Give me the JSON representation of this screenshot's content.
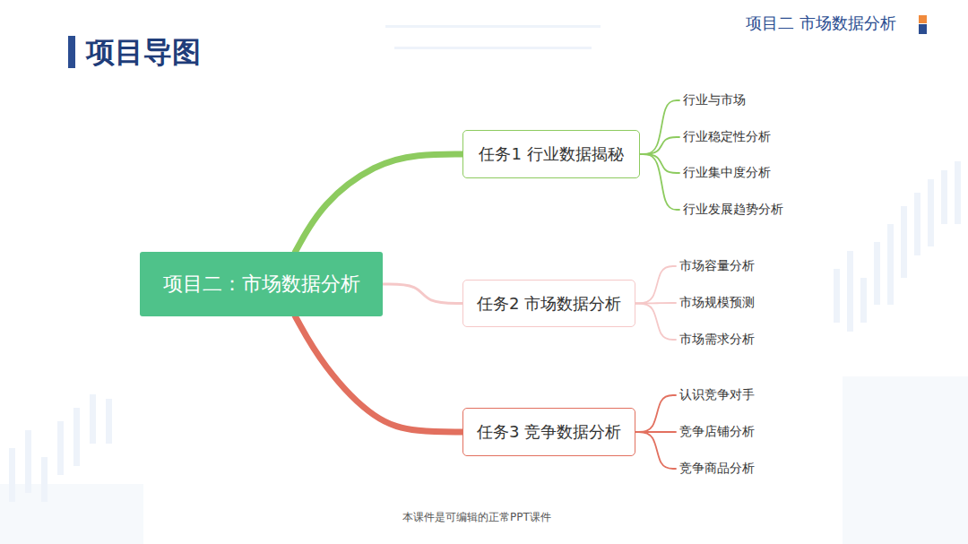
{
  "diagram": {
    "title": "项目导图",
    "nodes": [
      {
        "text": [
          "项目二：市场数据分析"
        ]
      },
      {
        "text": [
          "任务1 行业数据揭秘"
        ]
      },
      {
        "text": [
          "行业与市场"
        ]
      },
      {
        "text": [
          "行业稳定性分析"
        ]
      },
      {
        "text": [
          "行业集中度分析"
        ]
      },
      {
        "text": [
          "行业发展趋势分析"
        ]
      },
      {
        "text": [
          "任务2 市场数据分析"
        ]
      },
      {
        "text": [
          "市场容量分析"
        ]
      },
      {
        "text": [
          "市场规模预测"
        ]
      },
      {
        "text": [
          "市场需求分析"
        ]
      },
      {
        "text": [
          "任务3 竞争数据分析"
        ]
      },
      {
        "text": [
          "认识竞争对手"
        ]
      },
      {
        "text": [
          "竞争店铺分析"
        ]
      },
      {
        "text": [
          "竞争商品分析"
        ]
      }
    ],
    "edges": [
      {
        "from": 0,
        "to": 1,
        "arrow": "none"
      },
      {
        "from": 0,
        "to": 6,
        "arrow": "none"
      },
      {
        "from": 0,
        "to": 10,
        "arrow": "none"
      },
      {
        "from": 1,
        "to": 2,
        "arrow": "none"
      },
      {
        "from": 1,
        "to": 3,
        "arrow": "none"
      },
      {
        "from": 1,
        "to": 4,
        "arrow": "none"
      },
      {
        "from": 1,
        "to": 5,
        "arrow": "none"
      },
      {
        "from": 6,
        "to": 7,
        "arrow": "none"
      },
      {
        "from": 6,
        "to": 8,
        "arrow": "none"
      },
      {
        "from": 6,
        "to": 9,
        "arrow": "none"
      },
      {
        "from": 10,
        "to": 11,
        "arrow": "none"
      },
      {
        "from": 10,
        "to": 12,
        "arrow": "none"
      },
      {
        "from": 10,
        "to": 13,
        "arrow": "none"
      }
    ],
    "labels": [
      "项目二 市场数据分析",
      "本课件是可编辑的正常PPT课件"
    ]
  }
}
